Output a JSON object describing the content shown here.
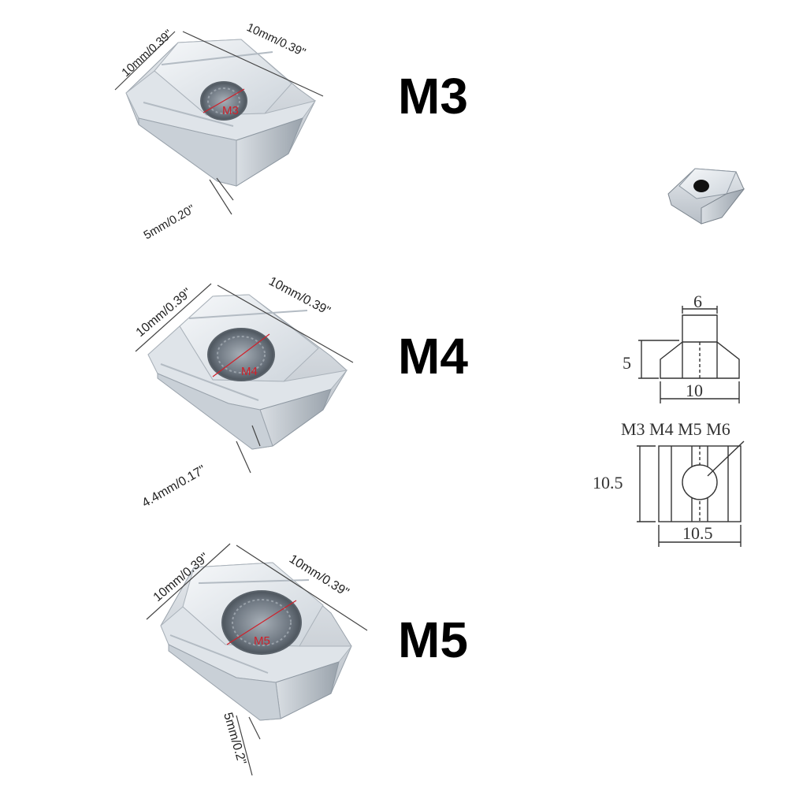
{
  "colors": {
    "dimension_line": "#444444",
    "metal_light": "#e9edf1",
    "metal_mid": "#c4ccd4",
    "metal_dark": "#8e98a2",
    "thread_label": "#d0202a"
  },
  "nuts": [
    {
      "size_label": "M3",
      "thread_label": "M3",
      "dim_length": "10mm/0.39\"",
      "dim_width": "10mm/0.39\"",
      "dim_height": "5mm/0.20\""
    },
    {
      "size_label": "M4",
      "thread_label": "M4",
      "dim_length": "10mm/0.39\"",
      "dim_width": "10mm/0.39\"",
      "dim_height": "4.4mm/0.17\""
    },
    {
      "size_label": "M5",
      "thread_label": "M5",
      "dim_length": "10mm/0.39\"",
      "dim_width": "10mm/0.39\"",
      "dim_height": "5mm/0.2\""
    }
  ],
  "technical_drawing": {
    "profile": {
      "top_width": "6",
      "height": "5",
      "base_width": "10"
    },
    "plan": {
      "thread_sizes": "M3 M4 M5 M6",
      "height": "10.5",
      "width": "10.5"
    }
  }
}
